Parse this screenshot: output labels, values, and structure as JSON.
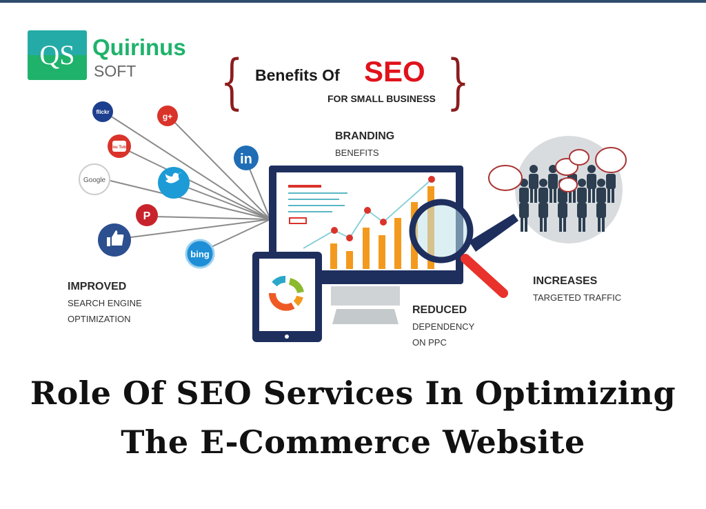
{
  "logo": {
    "mark": "QS",
    "name": "Quirinus",
    "sub": "SOFT",
    "color": "#1fb26b"
  },
  "banner": {
    "prefix": "Benefits Of",
    "highlight": "SEO",
    "sub": "FOR SMALL BUSINESS",
    "highlight_color": "#e0121b",
    "brace_color": "#8b1d1d"
  },
  "labels": {
    "branding": {
      "title": "BRANDING",
      "sub": "BENEFITS"
    },
    "improved": {
      "title": "IMPROVED",
      "line1": "SEARCH ENGINE",
      "line2": "OPTIMIZATION"
    },
    "increases": {
      "title": "INCREASES",
      "sub": "TARGETED TRAFFIC"
    },
    "reduced": {
      "title": "REDUCED",
      "line1": "DEPENDENCY",
      "line2": "ON PPC"
    }
  },
  "social_icons": [
    "flickr-icon",
    "google-plus-icon",
    "youtube-icon",
    "linkedin-icon",
    "google-icon",
    "twitter-icon",
    "pinterest-icon",
    "facebook-like-icon",
    "bing-icon"
  ],
  "social_text": {
    "flickr": "flickr",
    "gplus": "g+",
    "youtube": "You Tube",
    "linkedin": "in",
    "google": "Google",
    "pinterest": "P",
    "bing": "bing"
  },
  "colors": {
    "navy": "#1e2f5e",
    "orange": "#f39a1e",
    "red": "#e8322b",
    "teal": "#5bb7c4"
  },
  "heading": {
    "line1": "Role Of SEO Services In Optimizing",
    "line2": "The E-Commerce Website"
  }
}
